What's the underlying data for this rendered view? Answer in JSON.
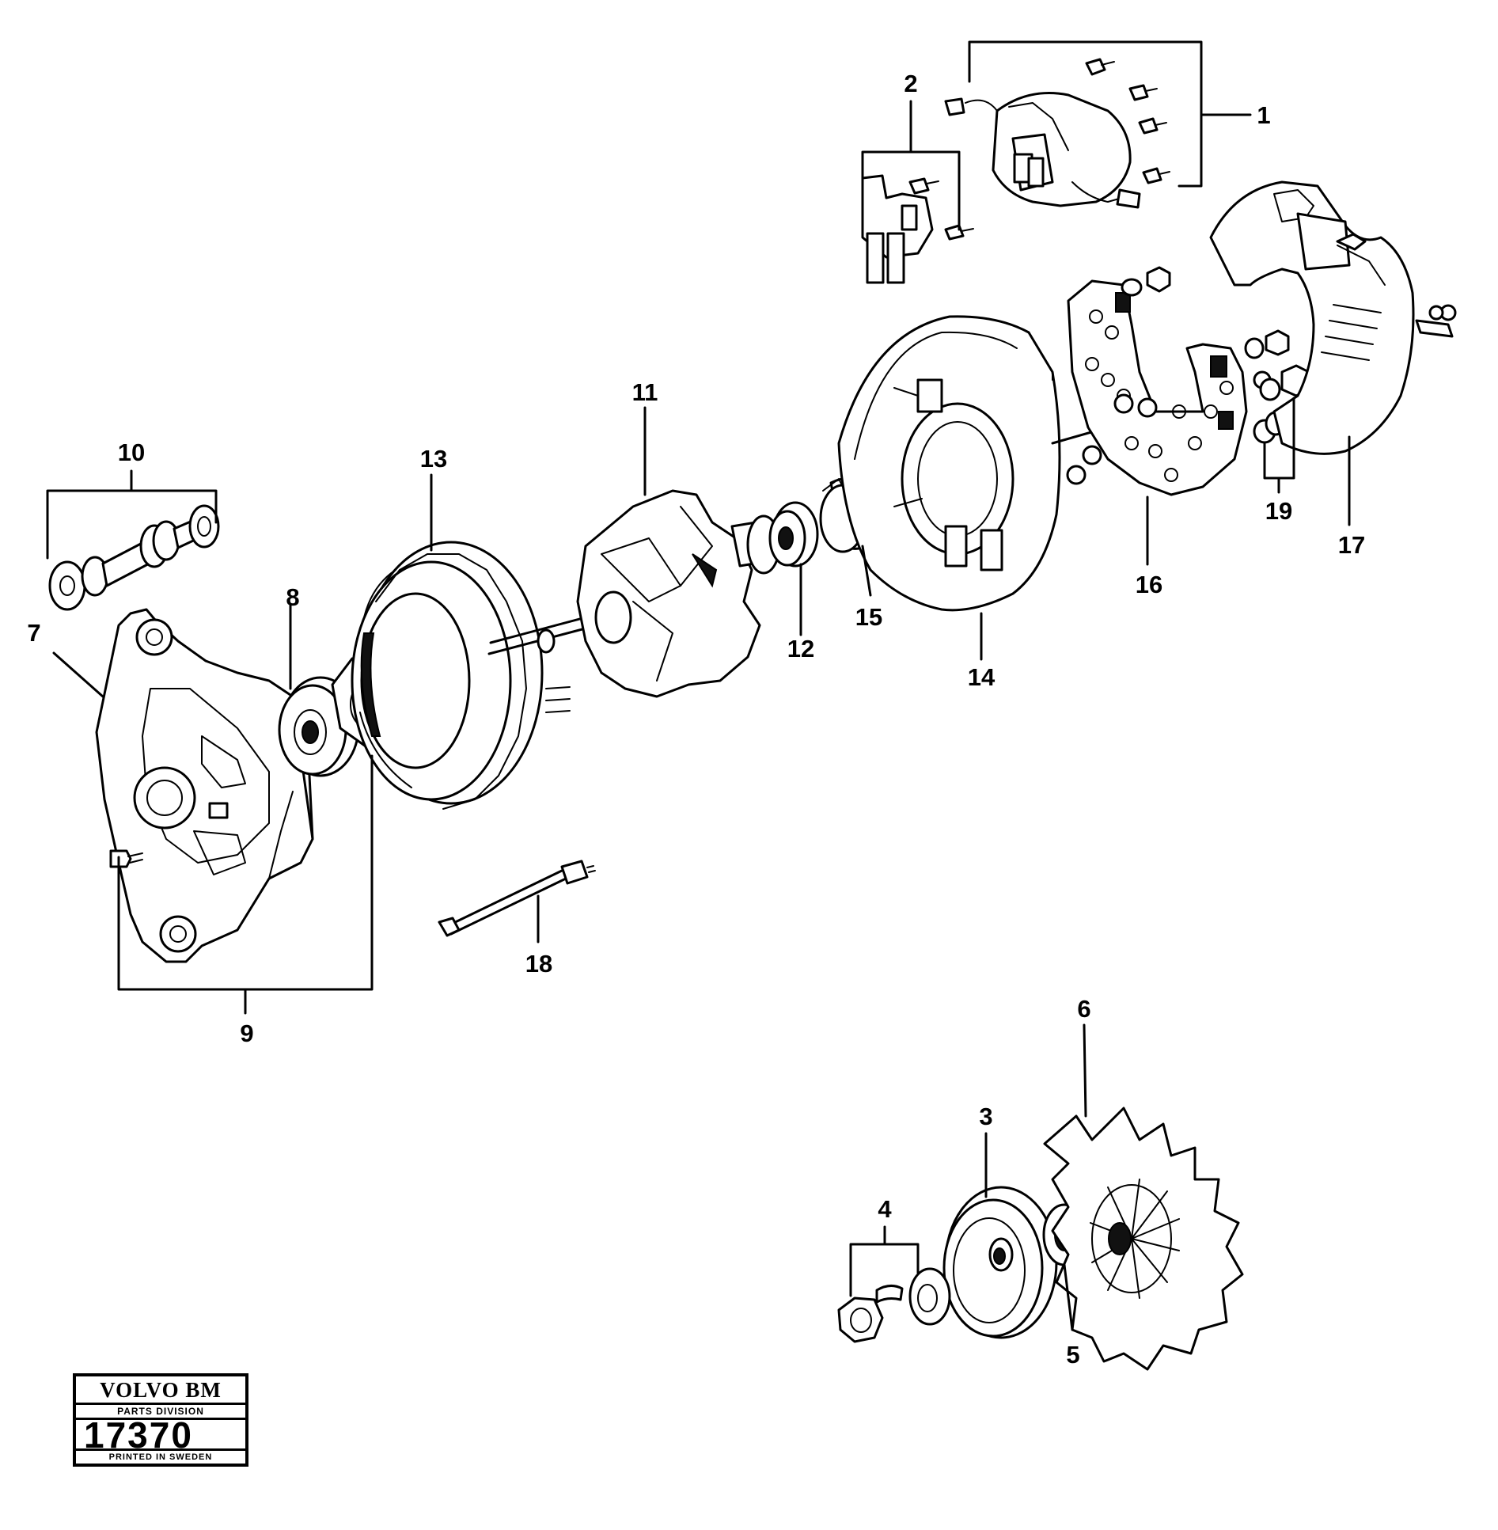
{
  "callouts": [
    {
      "id": "1",
      "text": "1"
    },
    {
      "id": "2",
      "text": "2"
    },
    {
      "id": "3",
      "text": "3"
    },
    {
      "id": "4",
      "text": "4"
    },
    {
      "id": "5",
      "text": "5"
    },
    {
      "id": "6",
      "text": "6"
    },
    {
      "id": "7",
      "text": "7"
    },
    {
      "id": "8",
      "text": "8"
    },
    {
      "id": "9",
      "text": "9"
    },
    {
      "id": "10",
      "text": "10"
    },
    {
      "id": "11",
      "text": "11"
    },
    {
      "id": "12",
      "text": "12"
    },
    {
      "id": "13",
      "text": "13"
    },
    {
      "id": "14",
      "text": "14"
    },
    {
      "id": "15",
      "text": "15"
    },
    {
      "id": "16",
      "text": "16"
    },
    {
      "id": "17",
      "text": "17"
    },
    {
      "id": "18",
      "text": "18"
    },
    {
      "id": "19",
      "text": "19"
    }
  ],
  "stamp": {
    "brand": "VOLVO BM",
    "division": "PARTS DIVISION",
    "number": "17370",
    "printed": "PRINTED IN SWEDEN"
  }
}
